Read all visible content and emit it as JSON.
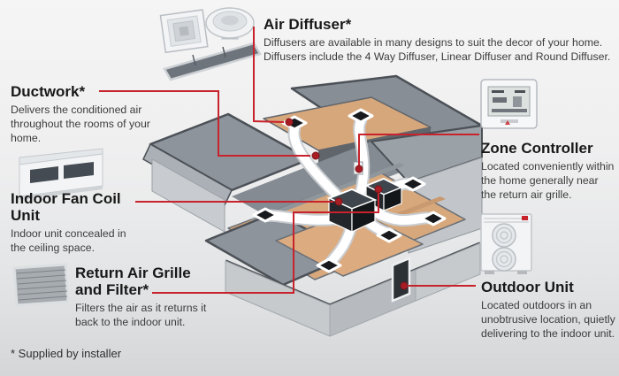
{
  "colors": {
    "accent_red": "#c8232c",
    "dot_red": "#a81d24",
    "roof_gray": "#8d949b",
    "floor_tan": "#d8a87d",
    "duct_white": "#ffffff",
    "text_dark": "#181818"
  },
  "sections": {
    "air_diffuser": {
      "title": "Air Diffuser*",
      "body": "Diffusers are available in many designs to suit the decor of your home. Diffusers include the 4 Way Diffuser, Linear Diffuser and Round Diffuser."
    },
    "ductwork": {
      "title": "Ductwork*",
      "body": "Delivers the conditioned air throughout the rooms of your home."
    },
    "indoor_fan_coil": {
      "title": "Indoor Fan Coil Unit",
      "body": "Indoor unit concealed in the ceiling space."
    },
    "return_air_grille": {
      "title": "Return Air Grille and Filter*",
      "body": "Filters the air as it returns it back to the indoor unit."
    },
    "zone_controller": {
      "title": "Zone Controller",
      "body": "Located conveniently within the home generally near the return air grille."
    },
    "outdoor_unit": {
      "title": "Outdoor Unit",
      "body": "Located outdoors in an unobtrusive location, quietly delivering to the indoor unit."
    },
    "footnote": "* Supplied by installer"
  },
  "icons": {
    "four_way_diffuser": "4 Way Diffuser product image",
    "round_diffuser": "Round Diffuser product image",
    "linear_diffuser": "Linear Diffuser product image",
    "indoor_fan_coil_unit": "Indoor fan coil unit product image",
    "return_air_grille": "Return air grille product image",
    "zone_controller": "Zone controller product image",
    "outdoor_unit": "Outdoor unit product image"
  }
}
